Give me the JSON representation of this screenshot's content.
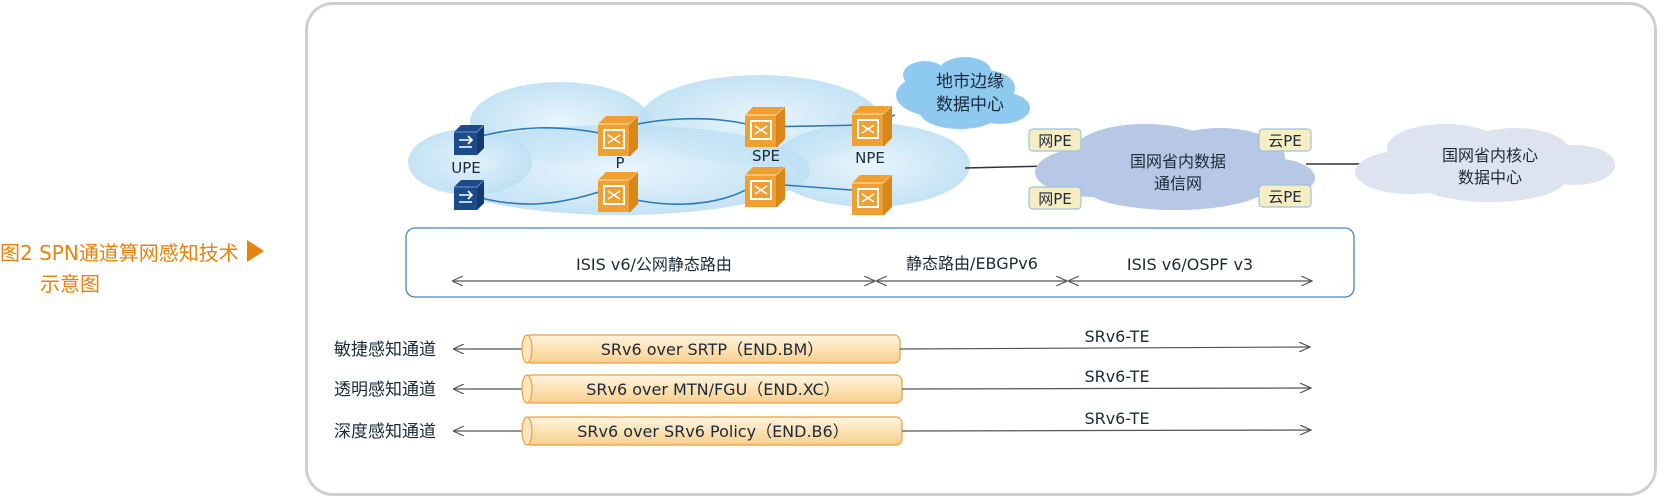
{
  "caption": {
    "line1": "图2  SPN通道算网感知技术",
    "line2": "示意图"
  },
  "network": {
    "upe_label": "UPE",
    "p_label": "P",
    "spe_label": "SPE",
    "npe_label": "NPE",
    "edge_dc_line1": "地市边缘",
    "edge_dc_line2": "数据中心",
    "province_net_line1": "国网省内数据",
    "province_net_line2": "通信网",
    "net_pe_label": "网PE",
    "cloud_pe_label": "云PE",
    "core_dc_line1": "国网省内核心",
    "core_dc_line2": "数据中心"
  },
  "protocols": {
    "segment1": "ISIS v6/公网静态路由",
    "segment2": "静态路由/EBGPv6",
    "segment3": "ISIS v6/OSPF v3"
  },
  "channels": [
    {
      "name": "敏捷感知通道",
      "tunnel": "SRv6 over SRTP（END.BM）",
      "te": "SRv6-TE"
    },
    {
      "name": "透明感知通道",
      "tunnel": "SRv6 over MTN/FGU（END.XC）",
      "te": "SRv6-TE"
    },
    {
      "name": "深度感知通道",
      "tunnel": "SRv6 over SRv6 Policy（END.B6）",
      "te": "SRv6-TE"
    }
  ],
  "colors": {
    "caption": "#e8820c",
    "router_orange": "#f0a030",
    "router_blue": "#1c4b8c",
    "cloud_light_blue": "#c5e3f5",
    "cloud_province": "#b7c8e6",
    "cloud_core": "#dde3ef",
    "cloud_edge": "#7ec0ec",
    "tunnel_fill": "#fde6bf",
    "pe_tag_fill": "#f7edc2"
  }
}
